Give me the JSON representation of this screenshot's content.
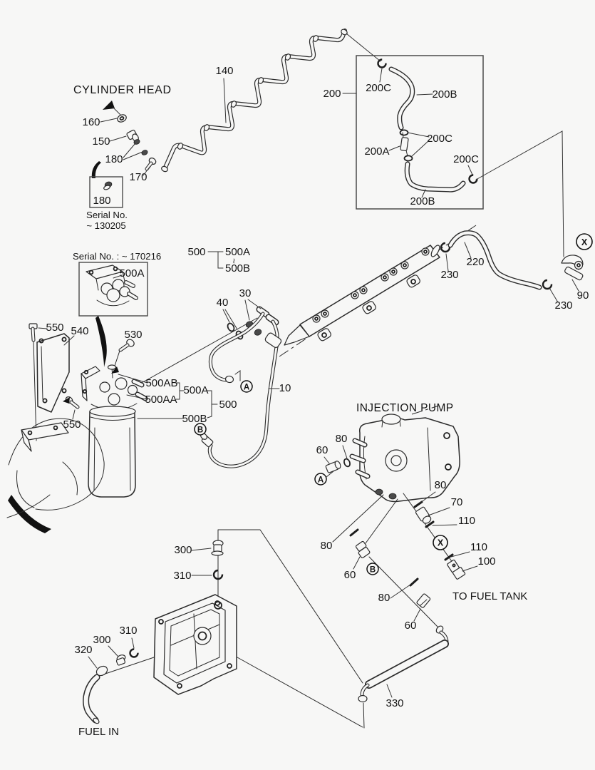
{
  "page": {
    "background": "#f7f7f6",
    "line_color": "#2b2b2b",
    "text_color": "#141414"
  },
  "texts": {
    "cylinder_head": "CYLINDER HEAD",
    "injection_pump": "INJECTION PUMP",
    "to_fuel_tank": "TO FUEL TANK",
    "fuel_in": "FUEL IN",
    "serial1_line1": "Serial No.",
    "serial1_line2": "~ 130205",
    "serial2": "Serial No. : ~ 170216",
    "tilde": "~"
  },
  "callouts": {
    "n10": "10",
    "n30": "30",
    "n40": "40",
    "n60": "60",
    "n70": "70",
    "n80": "80",
    "n90": "90",
    "n100": "100",
    "n110": "110",
    "n140": "140",
    "n150": "150",
    "n160": "160",
    "n170": "170",
    "n180": "180",
    "n200": "200",
    "n200A": "200A",
    "n200B": "200B",
    "n200C": "200C",
    "n220": "220",
    "n230": "230",
    "n300": "300",
    "n310": "310",
    "n320": "320",
    "n330": "330",
    "n500": "500",
    "n500A": "500A",
    "n500AA": "500AA",
    "n500AB": "500AB",
    "n500B": "500B",
    "n530": "530",
    "n540": "540",
    "n550": "550"
  },
  "markers": {
    "a": "A",
    "b": "B",
    "x": "X"
  }
}
